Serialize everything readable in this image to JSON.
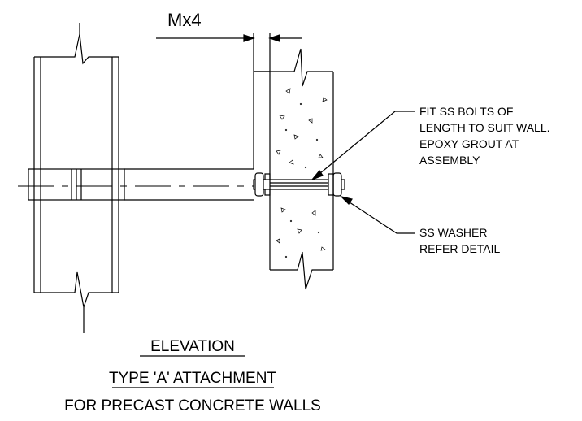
{
  "dimension": {
    "label": "Mx4"
  },
  "notes": {
    "bolt": [
      "FIT SS BOLTS OF",
      "LENGTH TO SUIT WALL.",
      "EPOXY GROUT AT",
      "ASSEMBLY"
    ],
    "washer": [
      "SS WASHER",
      "REFER DETAIL"
    ]
  },
  "titles": {
    "elevation": "ELEVATION",
    "type": "TYPE 'A' ATTACHMENT",
    "walls": "FOR PRECAST CONCRETE WALLS"
  },
  "colors": {
    "line": "#000000",
    "background": "#ffffff"
  }
}
